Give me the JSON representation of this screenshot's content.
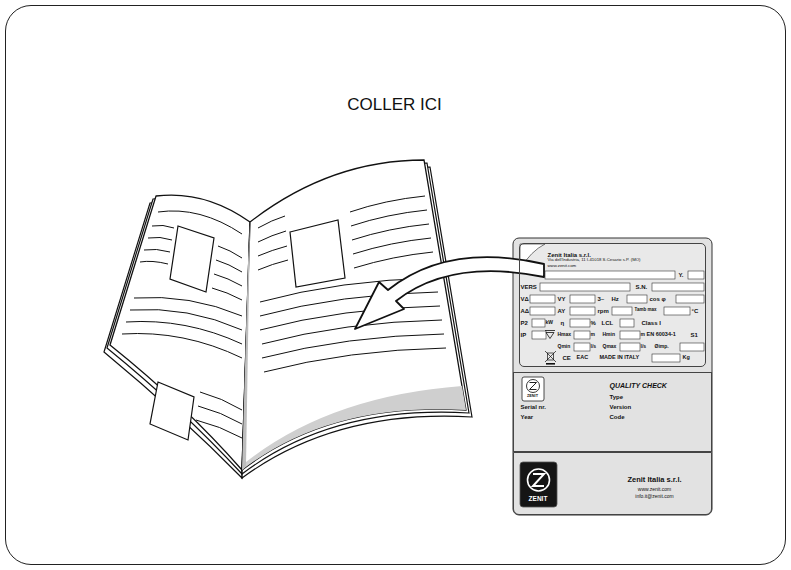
{
  "diagram": {
    "nodes": [
      {
        "text": [
          "COLLER ICI"
        ]
      },
      {
        "text": [
          "Zenit Italia s.r.l.",
          "Via dell'Industria, 11 I-41018 S.Cesario s.P. (MO)",
          "www.zenit.com",
          "Y.",
          "VERS",
          "S.N.",
          "VΔ",
          "VY",
          "3~",
          "Hz",
          "cos φ",
          "AΔ",
          "AY",
          "rpm",
          "Tamb max",
          "°C",
          "P2",
          "kW",
          "η",
          "%",
          "LCL",
          "Class I",
          "IP",
          "Hmax",
          "m",
          "Hmin",
          "m",
          "EN 60034-1",
          "S1",
          "Qmin",
          "l/s",
          "Qmax",
          "l/s",
          "Øimp.",
          "CE",
          "EAC",
          "MADE IN ITALY",
          "Kg"
        ],
        "in": 0
      },
      {
        "text": [
          "ZENIT",
          "QUALITY CHECK",
          "Type",
          "Serial nr.",
          "Version",
          "Year",
          "Code"
        ],
        "in": 0
      },
      {
        "text": [
          "ZENIT",
          "Zenit Italia s.r.l.",
          "www.zenit.com",
          "info.it@zenit.com"
        ],
        "in": 0
      }
    ]
  }
}
